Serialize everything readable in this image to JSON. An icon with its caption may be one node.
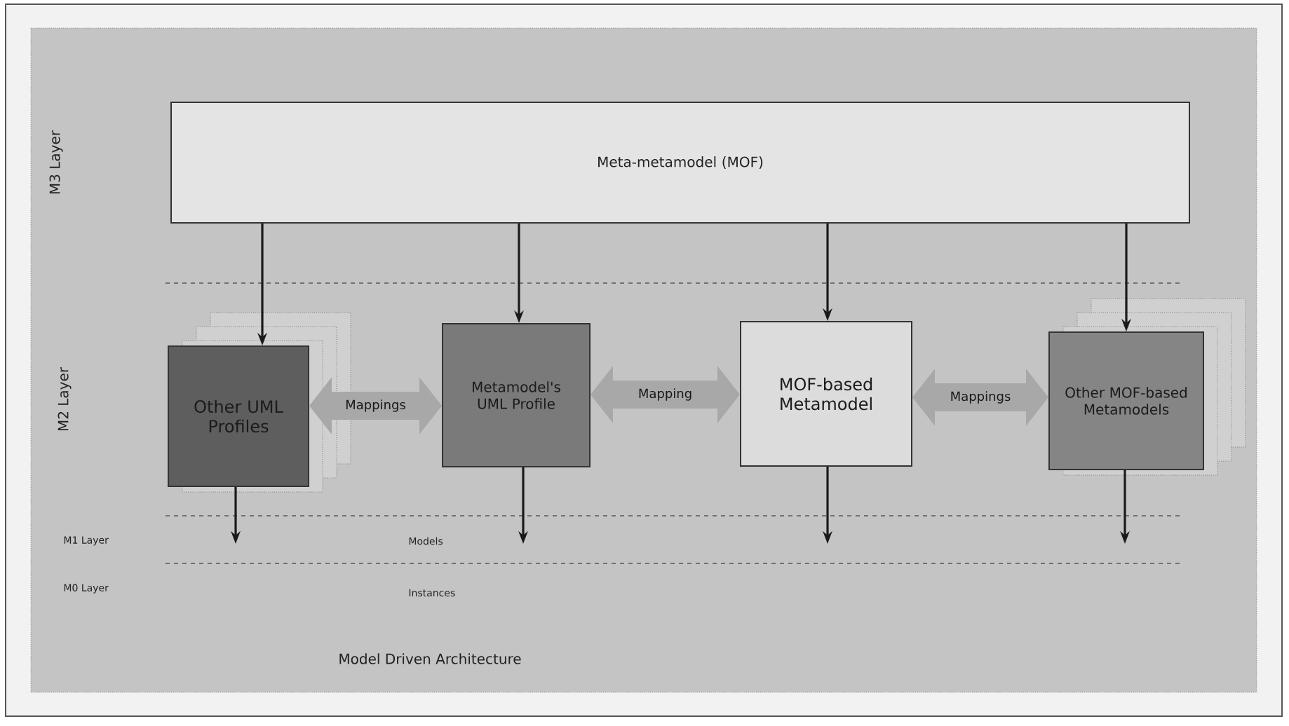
{
  "diagram": {
    "nodes": [
      {
        "text": [
          "Meta-metamodel (MOF)"
        ]
      },
      {
        "text": [
          "Other UML Profiles"
        ]
      },
      {
        "text": [
          "Metamodel's UML Profile"
        ]
      },
      {
        "text": [
          "MOF-based Metamodel"
        ]
      },
      {
        "text": [
          "Other MOF-based Metamodels"
        ]
      }
    ],
    "edges": [
      {
        "from": 0,
        "to": 1,
        "arrow": "to"
      },
      {
        "from": 0,
        "to": 2,
        "arrow": "to"
      },
      {
        "from": 0,
        "to": 3,
        "arrow": "to"
      },
      {
        "from": 0,
        "to": 4,
        "arrow": "to"
      },
      {
        "from": 1,
        "to": 2,
        "arrow": "both",
        "label": "Mappings",
        "style": "thick",
        "color": "#a8a8a8"
      },
      {
        "from": 2,
        "to": 3,
        "arrow": "both",
        "label": "Mapping",
        "style": "thick",
        "color": "#a8a8a8"
      },
      {
        "from": 3,
        "to": 4,
        "arrow": "both",
        "label": "Mappings",
        "style": "thick",
        "color": "#a8a8a8"
      },
      {
        "from": 1,
        "to": null,
        "arrow": "to"
      },
      {
        "from": 2,
        "to": null,
        "arrow": "to"
      },
      {
        "from": 3,
        "to": null,
        "arrow": "to"
      },
      {
        "from": 4,
        "to": null,
        "arrow": "to"
      }
    ],
    "labels": [
      "M3 Layer",
      "M2 Layer",
      "M1 Layer",
      "Models",
      "M0 Layer",
      "Instances",
      "Model Driven Architecture"
    ]
  }
}
